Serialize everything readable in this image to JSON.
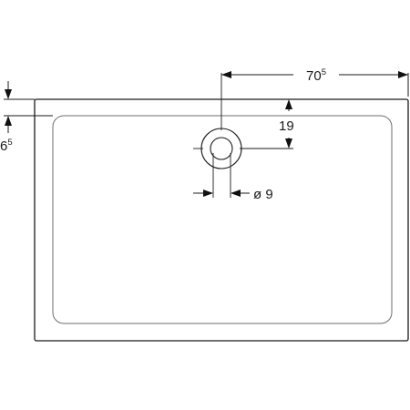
{
  "dimensions": {
    "width_label": {
      "main": "70",
      "sup": "5"
    },
    "drain_offset_label": "19",
    "rim_height_label": {
      "main": "6",
      "sup": "5"
    },
    "drain_diameter_label": "ø 9"
  }
}
